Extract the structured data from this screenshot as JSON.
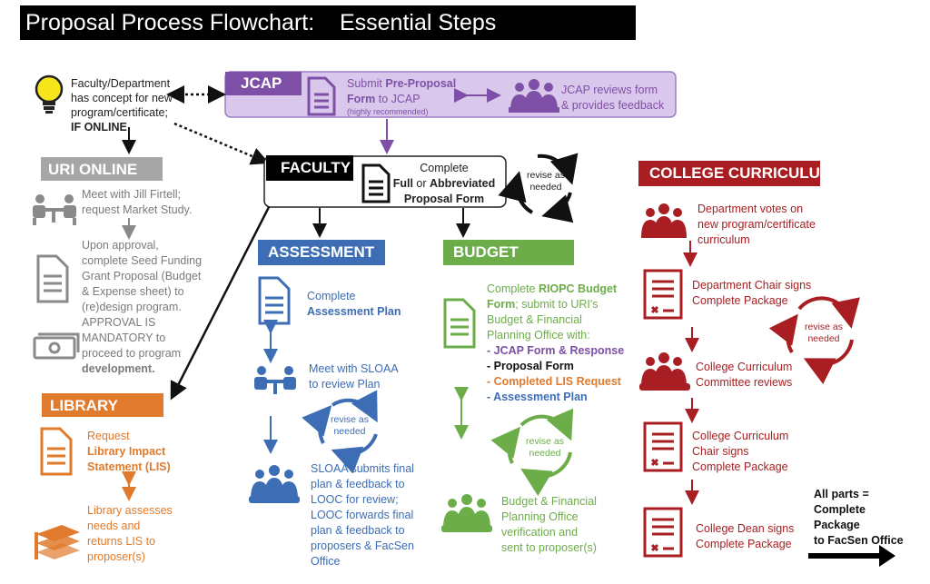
{
  "title": "Proposal Process Flowchart:    Essential Steps",
  "faculty_concept": {
    "line1": "Faculty/Department",
    "line2": "has concept for new",
    "line3": "program/certificate;",
    "line4": "IF ONLINE"
  },
  "jcap": {
    "header": "JCAP",
    "submit_pre": "Submit ",
    "submit_bold": "Pre-Proposal",
    "submit_line2_bold": "Form",
    "submit_line2": " to JCAP",
    "recommended": "(highly recommended)",
    "review_line1": "JCAP reviews form",
    "review_line2": "& provides feedback"
  },
  "faculty": {
    "header": "FACULTY",
    "line1": "Complete",
    "line2_bold1": "Full",
    "line2_mid": " or ",
    "line2_bold2": "Abbreviated",
    "line3": "Proposal Form",
    "revise": "revise as needed"
  },
  "uri_online": {
    "header": "URI ONLINE",
    "meet_line1": "Meet with Jill Firtell;",
    "meet_line2": "request Market Study.",
    "approval_lines": [
      "Upon approval,",
      "complete Seed Funding",
      "Grant Proposal (Budget",
      "& Expense sheet) to",
      "(re)design program.",
      "APPROVAL IS",
      "MANDATORY to",
      "proceed to program"
    ],
    "approval_last": "development."
  },
  "library": {
    "header": "LIBRARY",
    "req_line1": "Request",
    "req_line2": "Library Impact",
    "req_line3": "Statement (LIS)",
    "assess_lines": [
      "Library assesses",
      "needs and",
      "returns LIS to",
      "proposer(s)"
    ]
  },
  "assessment": {
    "header": "ASSESSMENT",
    "complete_line1": "Complete",
    "complete_line2": "Assessment Plan",
    "meet_line1": "Meet with SLOAA",
    "meet_line2": "to review Plan",
    "revise": "revise as needed",
    "sloaa_lines": [
      "SLOAA submits final",
      "plan & feedback to",
      "LOOC for review;",
      "LOOC forwards final",
      "plan & feedback to",
      "proposers & FacSen",
      "Office"
    ]
  },
  "budget": {
    "header": "BUDGET",
    "line1_pre": "Complete ",
    "line1_bold": "RIOPC Budget",
    "line2_bold": "Form",
    "line2": "; submit to URI's",
    "line3": "Budget & Financial",
    "line4": "Planning Office with:",
    "items": [
      "- JCAP Form & Response",
      "- Proposal Form",
      "- Completed LIS Request",
      "- Assessment Plan"
    ],
    "revise": "revise as needed",
    "verify_lines": [
      "Budget & Financial",
      "Planning Office",
      "verification and",
      "sent to proposer(s)"
    ]
  },
  "college": {
    "header": "COLLEGE CURRICULUM",
    "dept_votes": [
      "Department votes on",
      "new program/certificate",
      "curriculum"
    ],
    "chair_signs": [
      "Department Chair signs",
      "Complete Package"
    ],
    "committee": [
      "College Curriculum",
      "Committee reviews"
    ],
    "cc_chair": [
      "College Curriculum",
      "Chair signs",
      "Complete Package"
    ],
    "dean": [
      "College Dean signs",
      "Complete Package"
    ],
    "revise": "revise as needed"
  },
  "final": {
    "line1": "All parts =",
    "line2": "Complete",
    "line3": "Package",
    "line4": "to FacSen Office"
  },
  "colors": {
    "jcap_purple": "#7e4fa6",
    "jcap_bg": "#d9c8ec",
    "assessment_blue": "#3d6db5",
    "budget_green": "#6cad49",
    "library_orange": "#e07a2c",
    "college_red": "#a81e22",
    "uri_gray": "#a6a6a6"
  }
}
